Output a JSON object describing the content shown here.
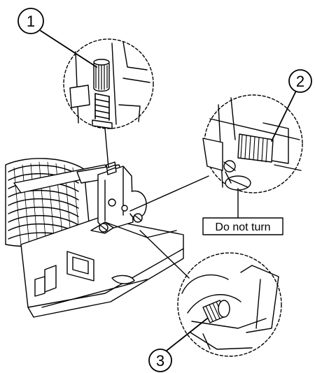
{
  "callouts": {
    "one": "1",
    "two": "2",
    "three": "3"
  },
  "labels": {
    "do_not_turn": "Do not turn"
  }
}
